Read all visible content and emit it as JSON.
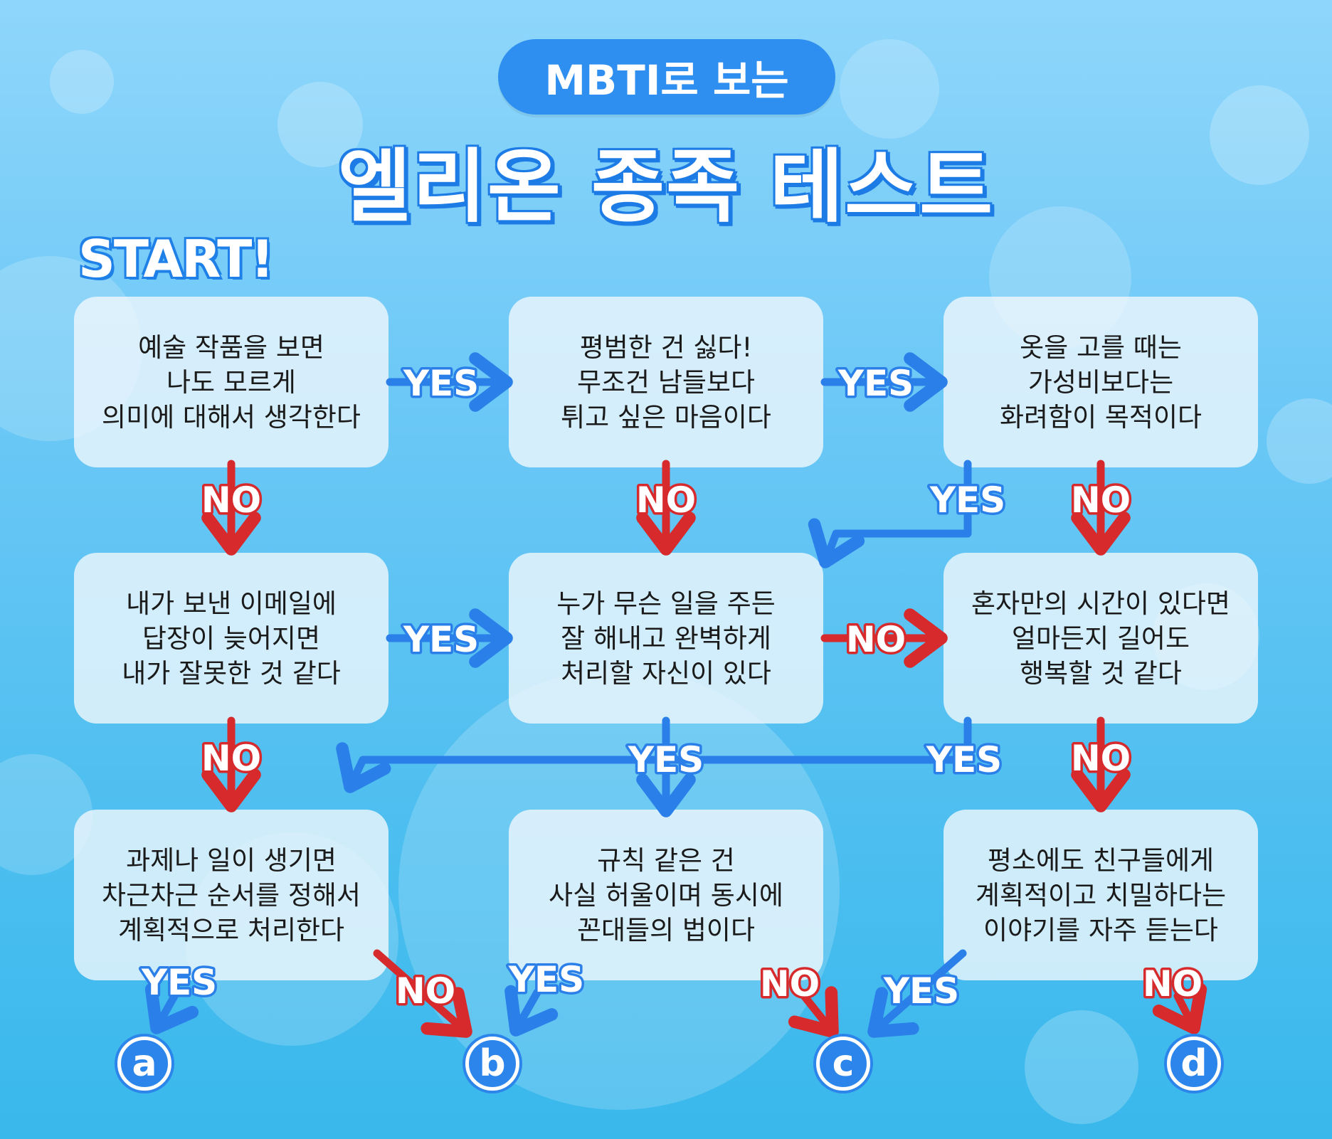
{
  "header": {
    "subtitle": "MBTI로 보는",
    "title": "엘리온 종족 테스트"
  },
  "start_label": "START!",
  "questions": [
    "예술 작품을 보면\n나도 모르게\n의미에 대해서 생각한다",
    "평범한 건 싫다!\n무조건 남들보다\n튀고 싶은 마음이다",
    "옷을 고를 때는\n가성비보다는\n화려함이 목적이다",
    "내가 보낸 이메일에\n답장이 늦어지면\n내가 잘못한 것 같다",
    "누가 무슨 일을 주든\n잘 해내고 완벽하게\n처리할 자신이 있다",
    "혼자만의 시간이 있다면\n얼마든지 길어도\n행복할 것 같다",
    "과제나 일이 생기면\n차근차근 순서를 정해서\n계획적으로 처리한다",
    "규칙 같은 건\n사실 허울이며 동시에\n꼰대들의 법이다",
    "평소에도 친구들에게\n계획적이고 치밀하다는\n이야기를 자주 듣는다"
  ],
  "answers": {
    "yes": "YES",
    "no": "NO"
  },
  "results": [
    "a",
    "b",
    "c",
    "d"
  ],
  "colors": {
    "yes": "#2b7fe9",
    "no": "#d62a2c",
    "accent": "#2f8ff0"
  }
}
